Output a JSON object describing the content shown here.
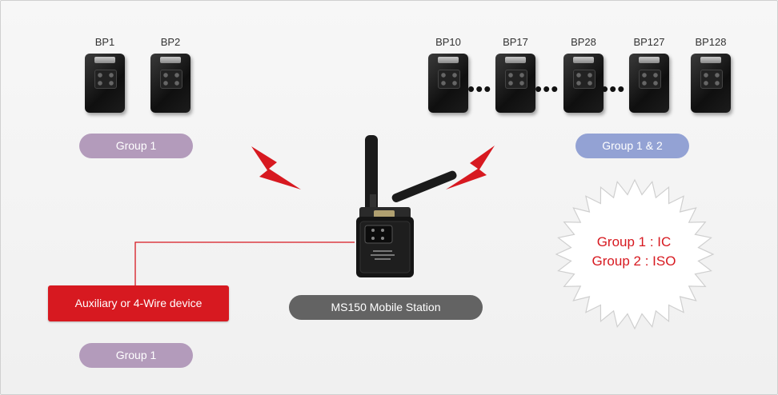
{
  "devices": [
    {
      "label": "BP1"
    },
    {
      "label": "BP2"
    },
    {
      "label": "BP10"
    },
    {
      "label": "BP17"
    },
    {
      "label": "BP28"
    },
    {
      "label": "BP127"
    },
    {
      "label": "BP128"
    }
  ],
  "ellipsis": "•••",
  "groups": {
    "left_top": "Group 1",
    "right_top": "Group 1 & 2",
    "bottom_left": "Group 1"
  },
  "station_label": "MS150 Mobile Station",
  "auxiliary_label": "Auxiliary or 4-Wire device",
  "group_definitions": [
    "Group 1 : IC",
    "Group 2 : ISO"
  ],
  "colors": {
    "accent_red": "#d71920",
    "pill_purple": "#b39bbb",
    "pill_blue": "#93a2d4",
    "pill_gray": "#636363"
  }
}
